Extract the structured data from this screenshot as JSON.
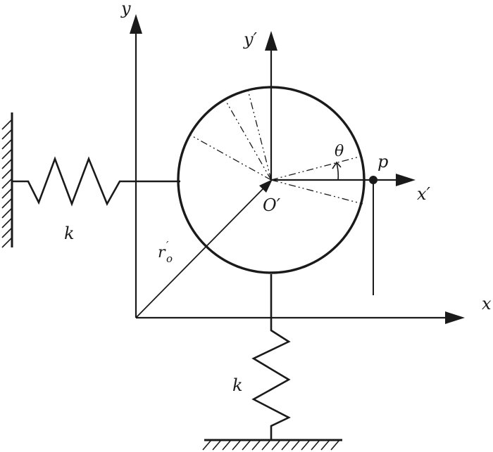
{
  "labels": {
    "axis_y": "y",
    "axis_x": "x",
    "axis_y_prime": "y′",
    "axis_x_prime": "x′",
    "center": "O′",
    "point": "p",
    "angle": "θ",
    "spring_left": "k",
    "spring_bottom": "k",
    "radius_main": "r",
    "radius_sub": "o",
    "radius_sup": "′"
  },
  "colors": {
    "stroke": "#1a1a1a",
    "background": "#ffffff"
  }
}
